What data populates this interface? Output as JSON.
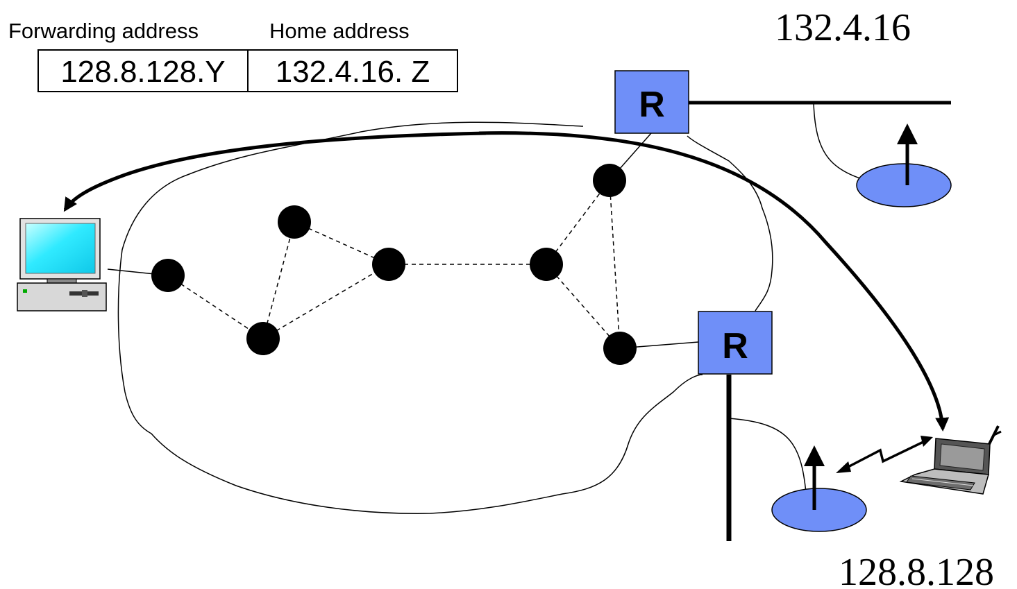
{
  "table": {
    "header_forwarding": "Forwarding address",
    "header_home": "Home address",
    "forwarding_value": "128.8.128.Y",
    "home_value": "132.4.16. Z"
  },
  "networks": {
    "home_network": "132.4.16",
    "foreign_network": "128.8.128"
  },
  "routers": {
    "home_router_label": "R",
    "foreign_router_label": "R"
  },
  "colors": {
    "router_fill": "#6f8ff8",
    "base_station_fill": "#6f8ff8",
    "node_fill": "#000000",
    "screen_fill": "#2ff0ff"
  },
  "icons": [
    "desktop-computer-icon",
    "laptop-icon",
    "base-station-icon",
    "router-icon"
  ]
}
